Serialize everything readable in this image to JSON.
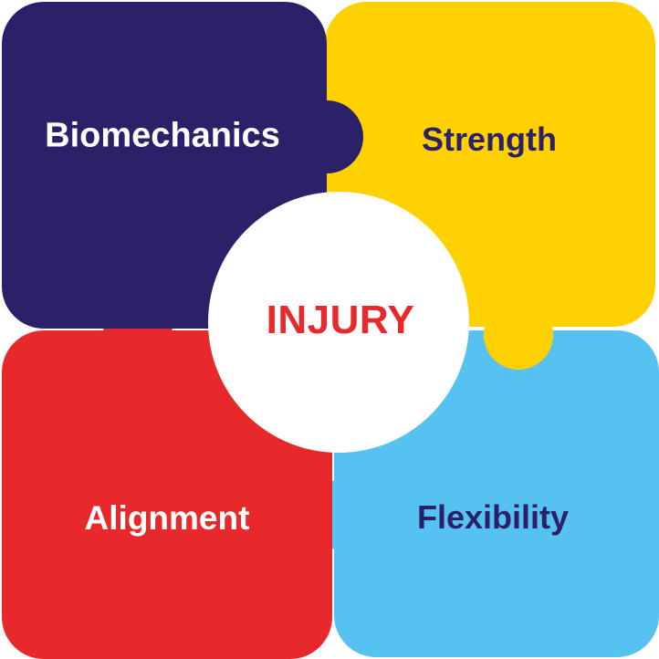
{
  "diagram": {
    "center": {
      "label": "INJURY",
      "text_color": "#e8292b",
      "fill_color": "#ffffff"
    },
    "pieces": [
      {
        "id": "biomechanics",
        "label": "Biomechanics",
        "fill_color": "#2b2168",
        "text_color": "#ffffff"
      },
      {
        "id": "strength",
        "label": "Strength",
        "fill_color": "#ffd100",
        "text_color": "#2b2168"
      },
      {
        "id": "alignment",
        "label": "Alignment",
        "fill_color": "#e8292b",
        "text_color": "#ffffff"
      },
      {
        "id": "flexibility",
        "label": "Flexibility",
        "fill_color": "#55c2f2",
        "text_color": "#2b2168"
      }
    ]
  }
}
